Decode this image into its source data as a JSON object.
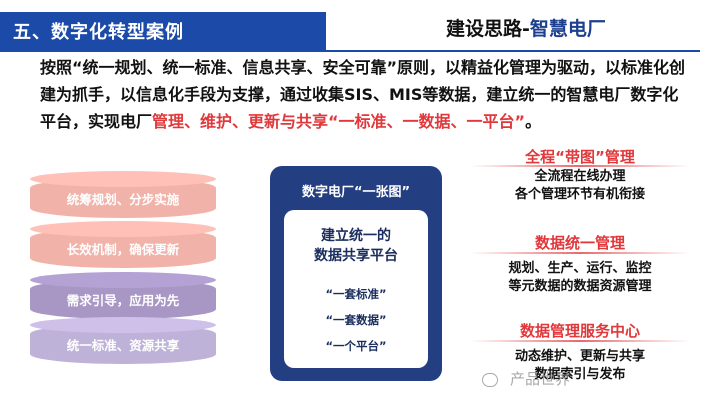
{
  "header": {
    "title": "五、数字化转型案例",
    "right_prefix": "建设思路",
    "right_dash": "-",
    "right_rest": "智慧电厂"
  },
  "intro": {
    "part1": "按照“统一规划、统一标准、信息共享、安全可靠”原则，以精益化管理为驱动，以标准化创建为抓手，以信息化手段为支撑，通过收集SIS、MIS等数据，建立统一的智慧电厂数字化平台，实现电厂",
    "part2": "管理、维护、更新与共享“一标准、一数据、一平台”",
    "part3": "。"
  },
  "stack": [
    "统筹规划、分步实施",
    "长效机制，确保更新",
    "需求引导，应用为先",
    "统一标准、资源共享"
  ],
  "center": {
    "title": "数字电厂“一张图”",
    "inner_title_1": "建立统一的",
    "inner_title_2": "数据共享平台",
    "items": [
      "“一套标准”",
      "“一套数据”",
      "“一个平台”"
    ]
  },
  "right": [
    {
      "title": "全程“带图”管理",
      "lines": [
        "全流程在线办理",
        "各个管理环节有机衔接"
      ]
    },
    {
      "title": "数据统一管理",
      "lines": [
        "规划、生产、运行、监控",
        "等元数据的数据资源管理"
      ]
    },
    {
      "title": "数据管理服务中心",
      "lines": [
        "动态维护、更新与共享",
        "数据索引与发布"
      ]
    }
  ],
  "watermark": "产品世界",
  "colors": {
    "header_blue": "#1b4aa8",
    "accent_red": "#e0383b",
    "panel_navy": "#233f82"
  }
}
